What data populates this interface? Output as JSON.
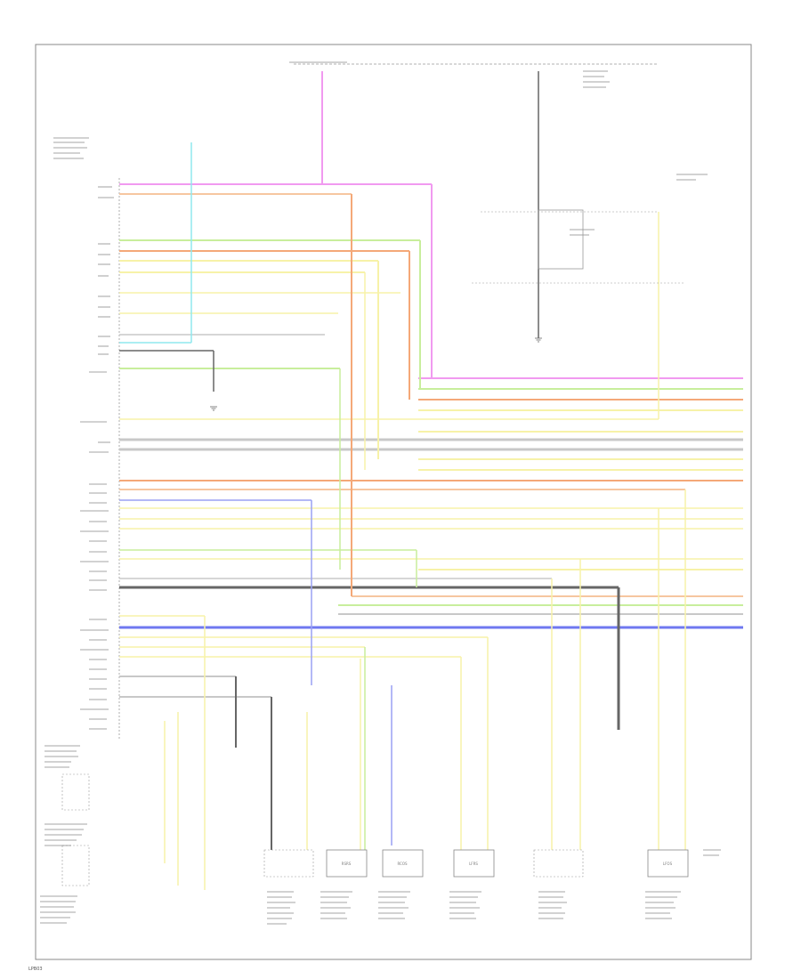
{
  "footer_id": "LPB03",
  "colors": {
    "pink": "#f19af0",
    "light_orange": "#f6c6a0",
    "light_green": "#c8ee9c",
    "orange": "#f4a878",
    "yellow": "#f7f2a8",
    "gray": "#c8c8c8",
    "cyan": "#8fe8ee",
    "blue": "#6f78f0",
    "dark": "#666666",
    "violet": "#9aa0f4",
    "frame": "#888888"
  },
  "wires": [
    {
      "color": "pink"
    },
    {
      "color": "light_orange"
    },
    {
      "color": "light_green"
    },
    {
      "color": "orange"
    },
    {
      "color": "yellow"
    },
    {
      "color": "yellow"
    },
    {
      "color": "yellow"
    },
    {
      "color": "yellow"
    },
    {
      "color": "gray"
    },
    {
      "color": "cyan"
    },
    {
      "color": "dark"
    },
    {
      "color": "light_green"
    },
    {
      "color": "yellow"
    },
    {
      "color": "gray"
    },
    {
      "color": "gray"
    },
    {
      "color": "orange"
    },
    {
      "color": "light_orange"
    },
    {
      "color": "violet"
    },
    {
      "color": "yellow"
    },
    {
      "color": "yellow"
    },
    {
      "color": "yellow"
    },
    {
      "color": "light_green"
    },
    {
      "color": "yellow"
    },
    {
      "color": "gray"
    },
    {
      "color": "dark"
    },
    {
      "color": "light_orange"
    },
    {
      "color": "light_green"
    },
    {
      "color": "gray"
    },
    {
      "color": "blue"
    },
    {
      "color": "yellow"
    },
    {
      "color": "yellow"
    },
    {
      "color": "yellow"
    },
    {
      "color": "gray"
    },
    {
      "color": "gray"
    },
    {
      "color": "dark"
    },
    {
      "color": "yellow"
    }
  ],
  "sensors": [
    {
      "label": "RSRS"
    },
    {
      "label": "RCOS"
    },
    {
      "label": "LFRS"
    },
    {
      "label": "LFOS"
    }
  ]
}
